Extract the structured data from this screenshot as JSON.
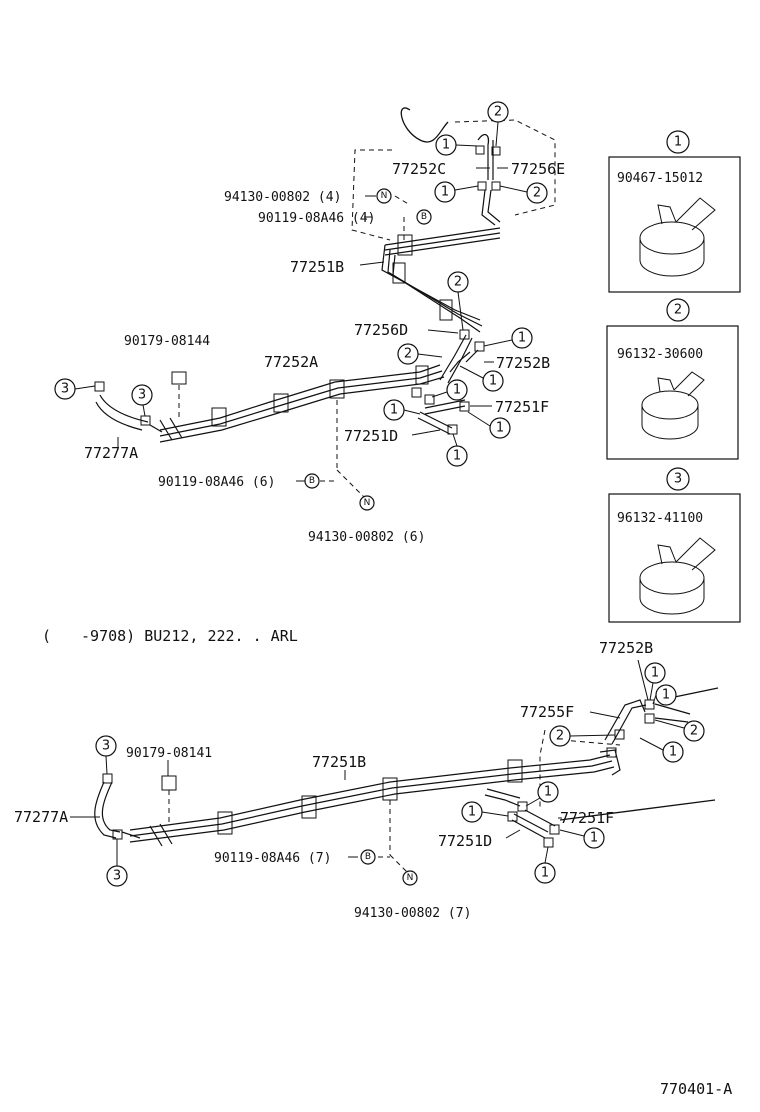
{
  "diagram_id": "770401-A",
  "upper": {
    "parts": {
      "p77252C": "77252C",
      "p77256E": "77256E",
      "p94130_4": "94130-00802 (4)",
      "p90119_4": "90119-08A46 (4)",
      "p77251B": "77251B",
      "p77256D": "77256D",
      "p77252B": "77252B",
      "p90179": "90179-08144",
      "p77252A": "77252A",
      "p77251F": "77251F",
      "p77251D": "77251D",
      "p77277A": "77277A",
      "p90119_6": "90119-08A46 (6)",
      "p94130_6": "94130-00802 (6)"
    }
  },
  "applicability": "(　　-9708) BU212, 222. . ARL",
  "lower": {
    "parts": {
      "p77252B": "77252B",
      "p77255F": "77255F",
      "p90179": "90179-08141",
      "p77251B": "77251B",
      "p77277A": "77277A",
      "p77251F": "77251F",
      "p77251D": "77251D",
      "p90119_7": "90119-08A46 (7)",
      "p94130_7": "94130-00802 (7)"
    }
  },
  "legend": {
    "clamp1": {
      "ref": "1",
      "part": "90467-15012"
    },
    "clamp2": {
      "ref": "2",
      "part": "96132-30600"
    },
    "clamp3": {
      "ref": "3",
      "part": "96132-41100"
    }
  },
  "symbols": {
    "nut": "N",
    "bolt": "B"
  },
  "refs": {
    "one": "1",
    "two": "2",
    "three": "3"
  }
}
